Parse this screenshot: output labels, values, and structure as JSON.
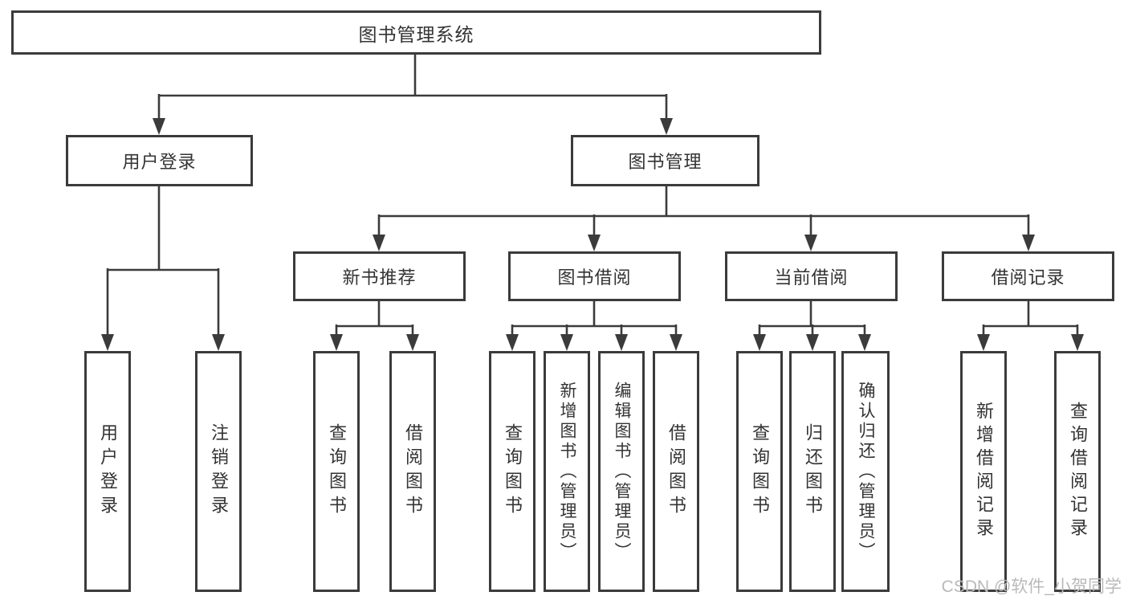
{
  "colors": {
    "line": "#3b3b3b",
    "box_border": "#3b3b3b",
    "text": "#333333",
    "background": "#ffffff",
    "watermark": "#b9b9b9"
  },
  "watermark": {
    "text": "CSDN @软件_小贺同学"
  },
  "diagram": {
    "type": "hierarchy-tree",
    "root": {
      "label": "图书管理系统",
      "children": [
        {
          "label": "用户登录",
          "children": [
            {
              "label": "用户登录"
            },
            {
              "label": "注销登录"
            }
          ]
        },
        {
          "label": "图书管理",
          "children": [
            {
              "label": "新书推荐",
              "children": [
                {
                  "label": "查询图书"
                },
                {
                  "label": "借阅图书"
                }
              ]
            },
            {
              "label": "图书借阅",
              "children": [
                {
                  "label": "查询图书"
                },
                {
                  "label": "新增图书（管理员）"
                },
                {
                  "label": "编辑图书（管理员）"
                },
                {
                  "label": "借阅图书"
                }
              ]
            },
            {
              "label": "当前借阅",
              "children": [
                {
                  "label": "查询图书"
                },
                {
                  "label": "归还图书"
                },
                {
                  "label": "确认归还（管理员）"
                }
              ]
            },
            {
              "label": "借阅记录",
              "children": [
                {
                  "label": "新增借阅记录"
                },
                {
                  "label": "查询借阅记录"
                }
              ]
            }
          ]
        }
      ]
    }
  }
}
